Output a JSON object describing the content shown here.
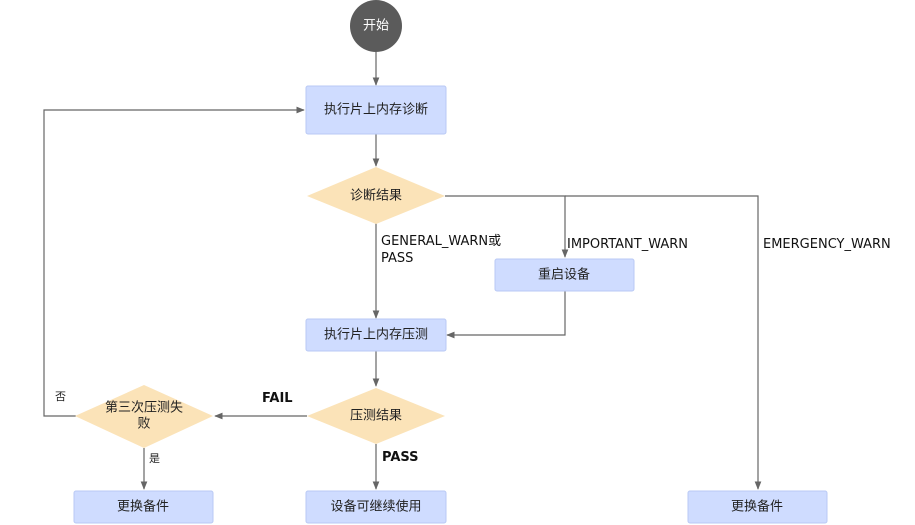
{
  "nodes": {
    "start": "开始",
    "run_diag": "执行片上内存诊断",
    "diag_result": "诊断结果",
    "restart": "重启设备",
    "run_stress": "执行片上内存压测",
    "stress_result": "压测结果",
    "third_fail_line1": "第三次压测失",
    "third_fail_line2": "败",
    "replace_left": "更换备件",
    "continue_use": "设备可继续使用",
    "replace_right": "更换备件"
  },
  "edge_labels": {
    "general_warn_line1": "GENERAL_WARN或",
    "general_warn_line2": "PASS",
    "important_warn": "IMPORTANT_WARN",
    "emergency_warn": "EMERGENCY_WARN",
    "fail": "FAIL",
    "pass": "PASS",
    "no": "否",
    "yes": "是"
  },
  "colors": {
    "box_fill": "#cfdcff",
    "diamond_fill": "#fbe3b8",
    "start_fill": "#5b5b5b",
    "edge": "#666666"
  }
}
